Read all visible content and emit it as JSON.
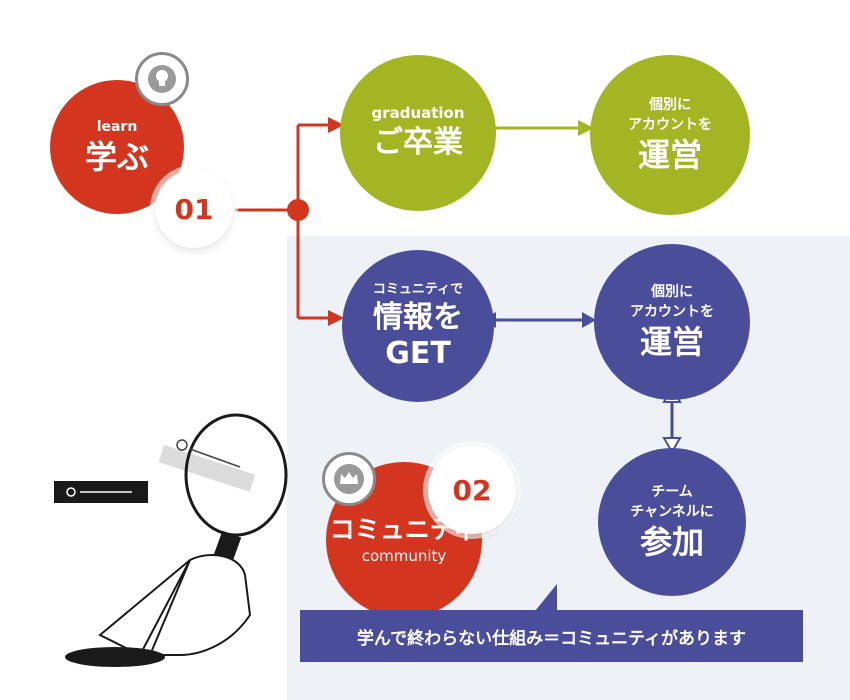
{
  "colors": {
    "red": "#d4351f",
    "green": "#a3b522",
    "navy": "#4a4e9a",
    "panel": "#eef1f5"
  },
  "learn": {
    "en": "learn",
    "jp": "学ぶ",
    "number": "01",
    "icon": "lightbulb-icon"
  },
  "graduation": {
    "en": "graduation",
    "jp": "ご卒業"
  },
  "operate_top": {
    "line1": "個別に",
    "line2": "アカウントを",
    "big": "運営"
  },
  "info": {
    "line1": "コミュニティで",
    "big1": "情報を",
    "big2": "GET"
  },
  "operate_bottom": {
    "line1": "個別に",
    "line2": "アカウントを",
    "big": "運営"
  },
  "team": {
    "line1": "チーム",
    "line2": "チャンネルに",
    "big": "参加"
  },
  "community": {
    "jp": "コミュニティ",
    "en": "community",
    "number": "02",
    "icon": "crown-icon"
  },
  "caption": "学んで終わらない仕組み＝コミュニティがあります"
}
